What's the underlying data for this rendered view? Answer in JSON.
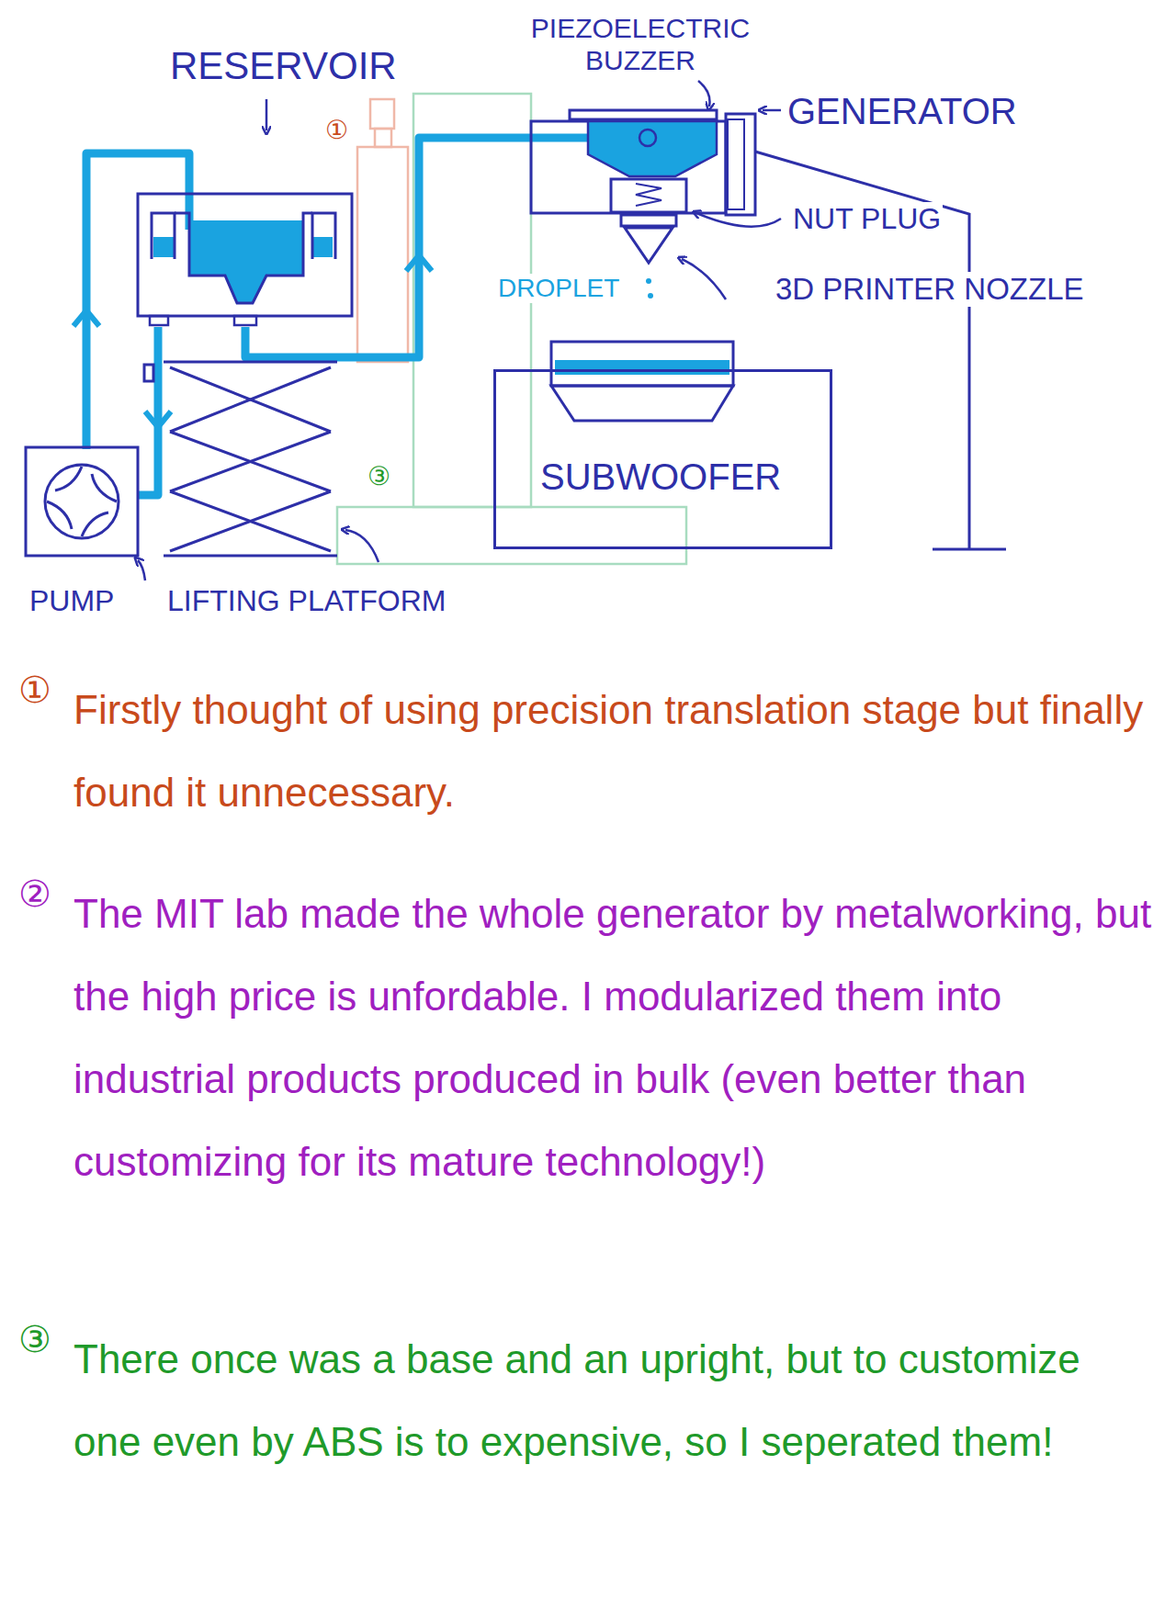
{
  "diagram": {
    "nodes": [
      {
        "text": [
          "SUBWOOFER"
        ]
      }
    ],
    "labels": [
      "RESERVOIR",
      "①",
      "PIEZOELECTRIC BUZZER",
      "GENERATOR",
      "NUT PLUG",
      "3D PRINTER NOZZLE",
      "DROPLET",
      "③",
      "PUMP",
      "LIFTING PLATFORM",
      "①",
      "Firstly thought of using precision translation stage but finally found it unnecessary.",
      "②",
      "The MIT lab made the whole generator by metalworking, but the high price is unfordable. I modularized them into industrial products produced in bulk (even better than customizing for its mature technology!)",
      "③",
      "There once was a base and an upright, but to customize one even by ABS is to expensive, so I seperated them!"
    ]
  }
}
